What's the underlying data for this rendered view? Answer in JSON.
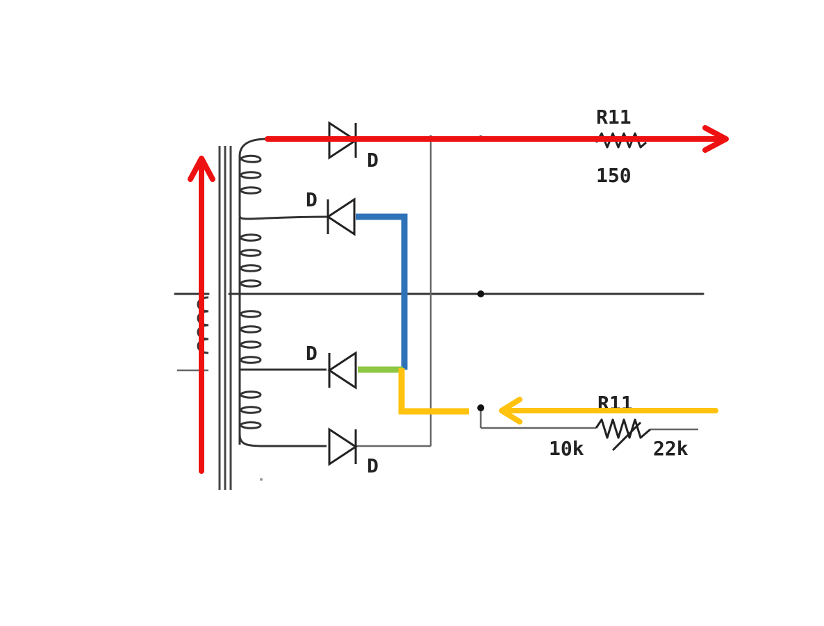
{
  "labels": {
    "diode": "D",
    "resistor_top_name": "R11",
    "resistor_top_value": "150",
    "resistor_bottom_name": "R11",
    "resistor_bottom_left_value": "10k",
    "resistor_bottom_right_value": "22k"
  },
  "colors": {
    "red_path": "#ee1111",
    "blue_path": "#2f72b8",
    "green_path": "#8ec742",
    "yellow_path": "#ffc20e",
    "wire": "#333333"
  }
}
